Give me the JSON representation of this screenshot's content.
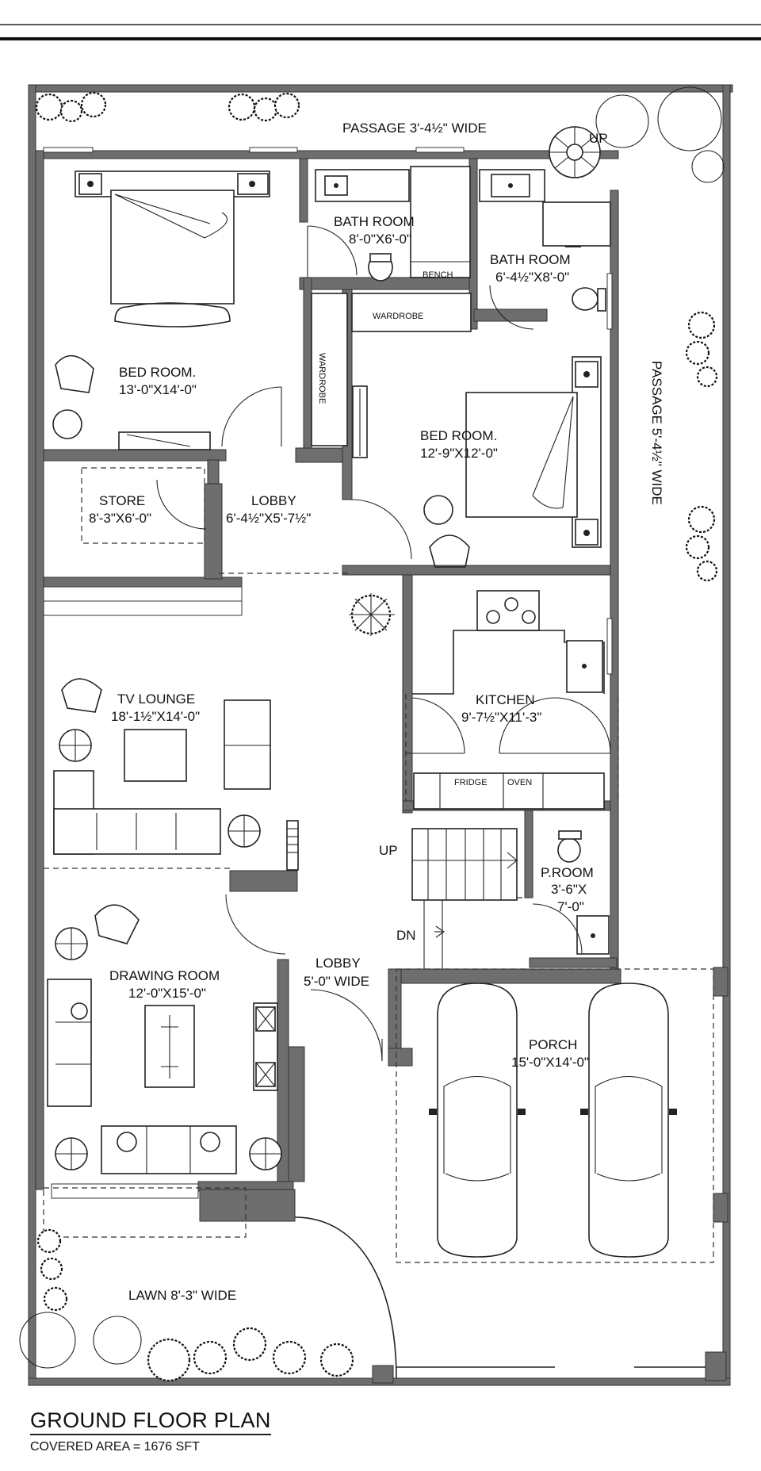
{
  "plan": {
    "title": "GROUND FLOOR PLAN",
    "covered_area": "COVERED AREA = 1676 SFT"
  },
  "rooms": {
    "passage_top": "PASSAGE 3'-4½\" WIDE",
    "passage_right": "PASSAGE 5'-4½\" WIDE",
    "bath1_name": "BATH ROOM",
    "bath1_size": "8'-0\"X6'-0\"",
    "bath2_name": "BATH ROOM",
    "bath2_size": "6'-4½\"X8'-0\"",
    "bed1_name": "BED ROOM.",
    "bed1_size": "13'-0\"X14'-0\"",
    "bed2_name": "BED ROOM.",
    "bed2_size": "12'-9\"X12'-0\"",
    "store_name": "STORE",
    "store_size": "8'-3\"X6'-0\"",
    "lobby1_name": "LOBBY",
    "lobby1_size": "6'-4½\"X5'-7½\"",
    "tv_name": "TV LOUNGE",
    "tv_size": "18'-1½\"X14'-0\"",
    "kitchen_name": "KITCHEN",
    "kitchen_size": "9'-7½\"X11'-3\"",
    "proom_name": "P.ROOM",
    "proom_size1": "3'-6\"X",
    "proom_size2": "7'-0\"",
    "drawing_name": "DRAWING ROOM",
    "drawing_size": "12'-0\"X15'-0\"",
    "lobby2_name": "LOBBY",
    "lobby2_size": "5'-0\" WIDE",
    "porch_name": "PORCH",
    "porch_size": "15'-0\"X14'-0\"",
    "lawn": "LAWN 8'-3\" WIDE"
  },
  "fixtures": {
    "bench": "BENCH",
    "wardrobe1": "WARDROBE",
    "wardrobe2": "WARDROBE",
    "fridge": "FRIDGE",
    "oven": "OVEN"
  },
  "stairs": {
    "spiral_up": "UP",
    "main_up": "UP",
    "down": "DN"
  }
}
